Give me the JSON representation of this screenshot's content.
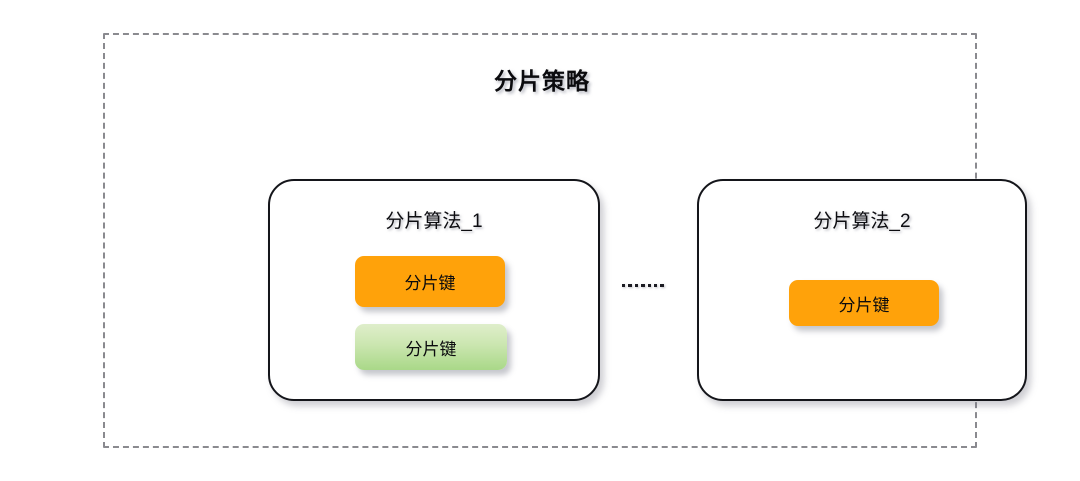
{
  "diagram": {
    "title": "分片策略",
    "ellipsis": "…….",
    "ellipsis_dot_count": 7,
    "colors": {
      "orange_chip": "#FFA20A",
      "green_chip_top": "#DFEECB",
      "green_chip_bottom": "#A9D888",
      "box_border": "#14151A",
      "frame_border": "#8A8A8F",
      "background": "#FFFFFF",
      "text": "#0B0B0E"
    },
    "groups": [
      {
        "id": "algo-1",
        "title": "分片算法_1",
        "keys": [
          {
            "label": "分片键",
            "color": "orange"
          },
          {
            "label": "分片键",
            "color": "green"
          }
        ]
      },
      {
        "id": "algo-2",
        "title": "分片算法_2",
        "keys": [
          {
            "label": "分片键",
            "color": "orange"
          }
        ]
      }
    ]
  }
}
